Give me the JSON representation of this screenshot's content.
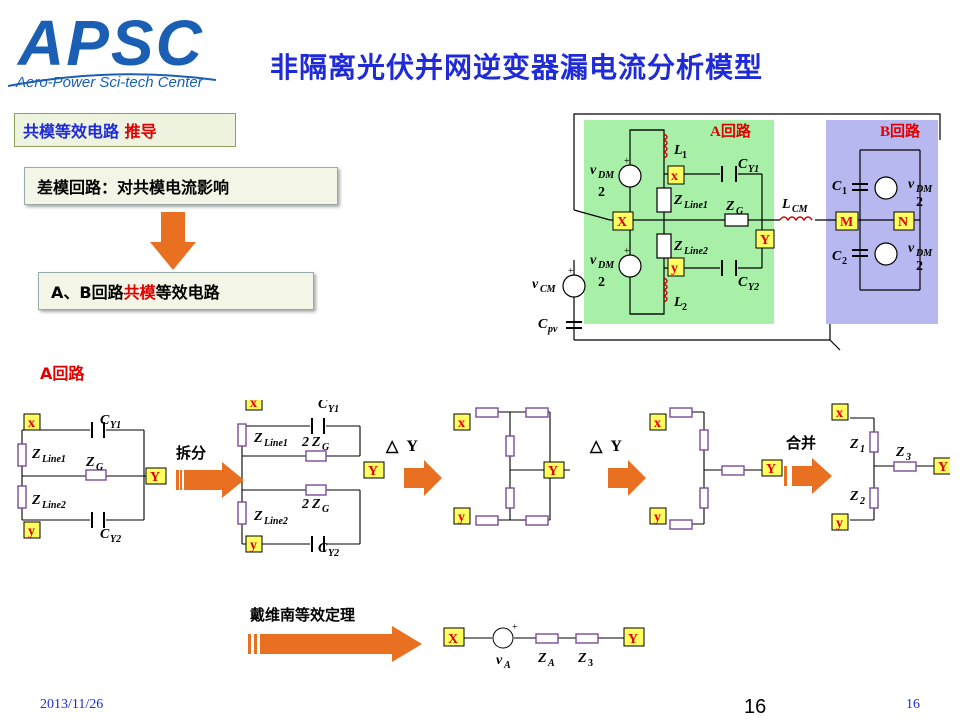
{
  "logo": {
    "letters": "APSC",
    "subtitle": "Aero-Power Sci-tech Center"
  },
  "title": "非隔离光伏并网逆变器漏电流分析模型",
  "section_box": {
    "prefix": "共模等效电路",
    "highlight": "推导"
  },
  "step1_box": "差模回路：对共模电流影响",
  "step2_box": {
    "prefix": "A、B回路",
    "highlight": "共模",
    "suffix": "等效电路"
  },
  "top_circuit": {
    "loop_a": "A回路",
    "loop_b": "B回路",
    "node_x_upper": "x",
    "node_y_lower": "y",
    "node_X": "X",
    "node_Y": "Y",
    "node_M": "M",
    "node_N": "N",
    "vdm": "v",
    "vdm_sub": "DM",
    "two": "2",
    "L1": "L",
    "L1_sub": "1",
    "L2": "L",
    "L2_sub": "2",
    "CY1": "C",
    "CY1_sub": "Y1",
    "CY2": "C",
    "CY2_sub": "Y2",
    "ZLine1": "Z",
    "ZLine1_sub": "Line1",
    "ZLine2": "Z",
    "ZLine2_sub": "Line2",
    "ZG": "Z",
    "ZG_sub": "G",
    "LCM": "L",
    "LCM_sub": "CM",
    "C1": "C",
    "C1_sub": "1",
    "C2": "C",
    "C2_sub": "2",
    "vCM": "v",
    "vCM_sub": "CM",
    "Cpv": "C",
    "Cpv_sub": "pv",
    "plus": "+"
  },
  "a_loop_label": "A回路",
  "arrows": {
    "split": "拆分",
    "delta_y": "Y",
    "merge": "合并",
    "thevenin": "戴维南等效定理"
  },
  "bottom": {
    "x": "x",
    "y": "y",
    "Y": "Y",
    "X": "X",
    "two": "2",
    "Z": "Z",
    "Z1_sub": "1",
    "Z2_sub": "2",
    "Z3_sub": "3",
    "ZA_sub": "A",
    "vA": "v",
    "vA_sub": "A",
    "plus": "+"
  },
  "footer": {
    "date": "2013/11/26",
    "page_center": "16",
    "page_right": "16"
  },
  "colors": {
    "title_blue": "#1f2bd8",
    "red": "#e00000",
    "orange": "#e87020",
    "green": "#a8f0a8",
    "purple": "#b8b8f0",
    "node_yellow": "#ffff60"
  }
}
